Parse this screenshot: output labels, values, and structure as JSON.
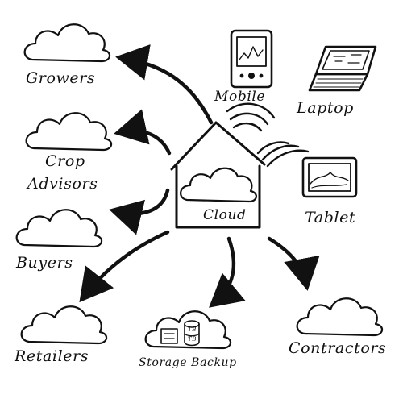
{
  "diagram": {
    "center": {
      "label": "Cloud"
    },
    "stakeholders": {
      "growers": "Growers",
      "crop_advisors_line1": "Crop",
      "crop_advisors_line2": "Advisors",
      "buyers": "Buyers",
      "retailers": "Retailers",
      "storage_backup": "Storage Backup",
      "contractors": "Contractors"
    },
    "devices": {
      "mobile": "Mobile",
      "laptop": "Laptop",
      "tablet": "Tablet"
    },
    "storage_icons": {
      "drive_label_1": "TB",
      "drive_label_2": "TB"
    }
  },
  "colors": {
    "ink": "#111111",
    "background": "#ffffff"
  }
}
